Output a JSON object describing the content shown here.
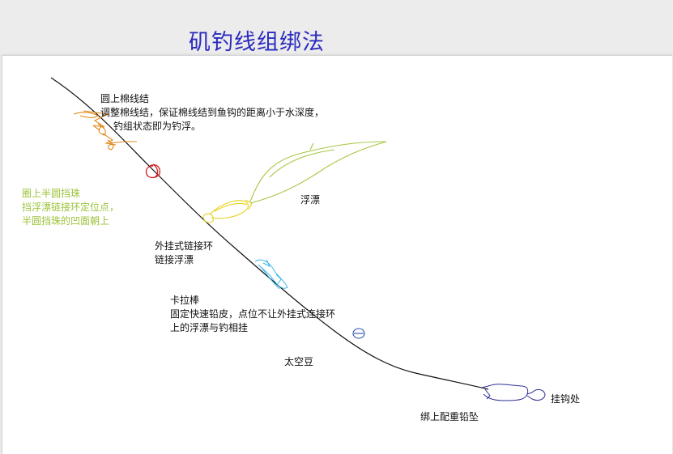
{
  "title": "矶钓线组绑法",
  "colors": {
    "title": "#2b2bbf",
    "line": "#111111",
    "knot": "#e08a1c",
    "stopper": "#d42020",
    "float_ring": "#e6d21a",
    "float": "#a6c640",
    "clip": "#3bb6e8",
    "space_bean": "#2e4fb0",
    "sinker": "#2e2e9a",
    "green_text": "#9cc33a"
  },
  "labels": {
    "cotton_knot": {
      "title": "圆上棉线结",
      "line1": "调整棉线结，保证棉线结到鱼钩的距离小于水深度，",
      "line2": "钓组状态即为钓浮。"
    },
    "half_bead": {
      "line1": "圈上半圆挡珠",
      "line2": "挡浮漂链接环定位点，",
      "line3": "半圆挡珠的凹面朝上"
    },
    "float": "浮漂",
    "connector": {
      "line1": "外挂式链接环",
      "line2": "链接浮漂"
    },
    "clip": {
      "title": "卡拉棒",
      "line1": "固定快速铅皮，点位不让外挂式连接环",
      "line2": "上的浮漂与钓相挂"
    },
    "space_bean": "太空豆",
    "hook": "挂钩处",
    "sinker": "绑上配重铅坠"
  }
}
